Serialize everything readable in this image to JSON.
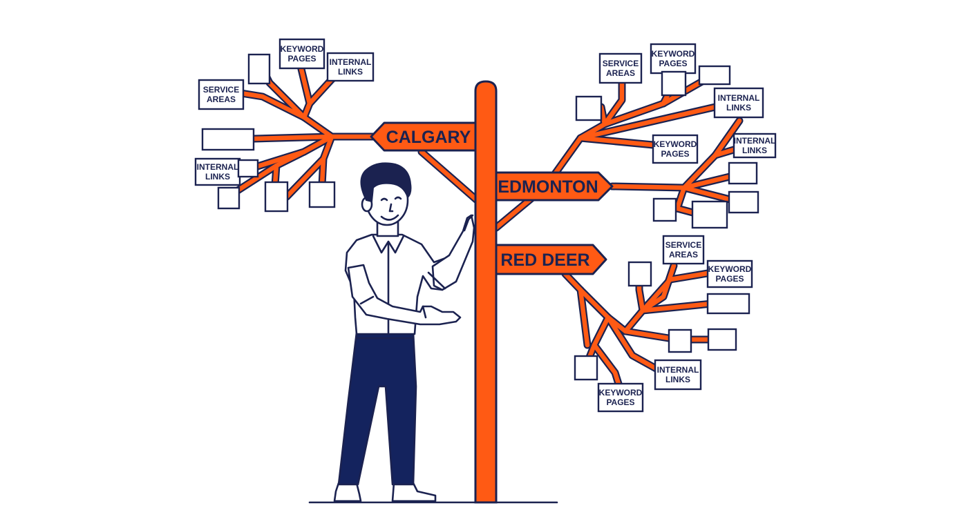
{
  "signs": {
    "calgary": "CALGARY",
    "edmonton": "EDMONTON",
    "red_deer": "RED DEER"
  },
  "labels": {
    "service_areas": [
      "SERVICE",
      "AREAS"
    ],
    "keyword_pages": [
      "KEYWORD",
      "PAGES"
    ],
    "internal_links": [
      "INTERNAL",
      "LINKS"
    ]
  },
  "colors": {
    "accent": "#ff5a14",
    "ink": "#1b2250",
    "pants": "#14235e",
    "background": "#ffffff"
  }
}
